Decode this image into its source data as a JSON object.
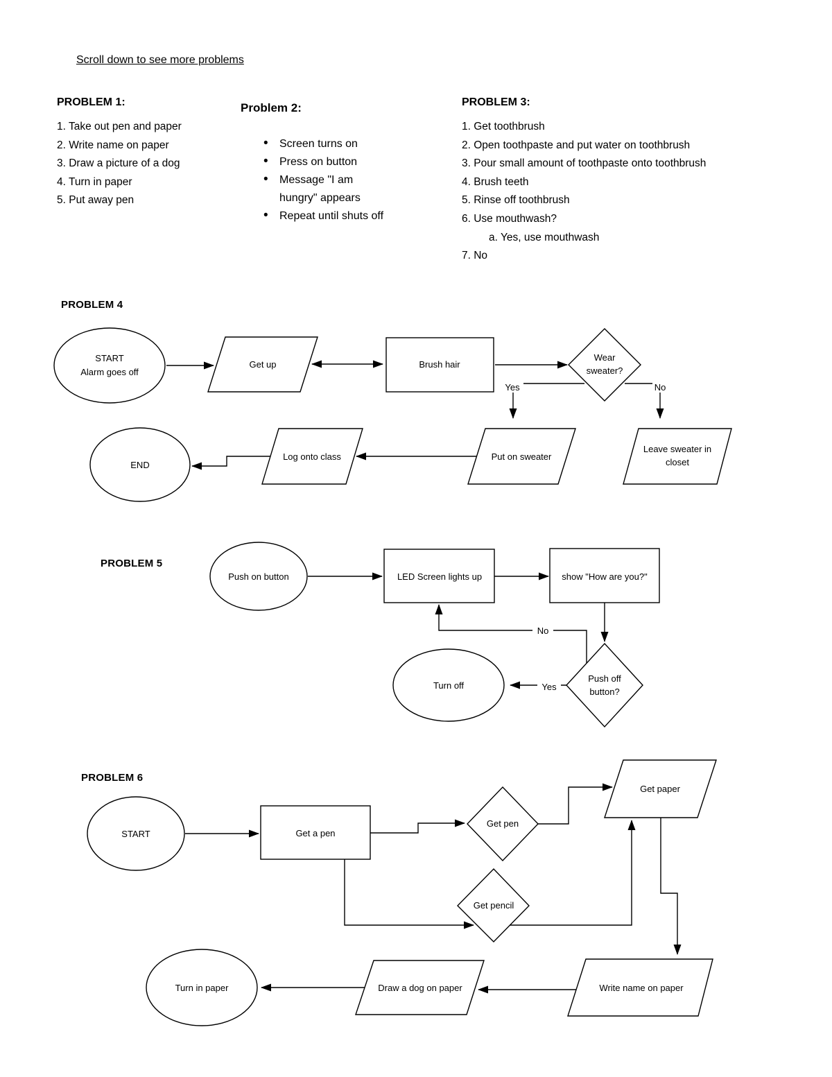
{
  "page": {
    "scroll_note": "Scroll down to see more problems"
  },
  "colors": {
    "ink": "#000000",
    "background": "#ffffff"
  },
  "problem1": {
    "title": "PROBLEM 1:",
    "items": [
      "1. Take out pen and paper",
      "2. Write name on paper",
      "3. Draw a picture of a dog",
      "4. Turn in paper",
      "5. Put away pen"
    ]
  },
  "problem2": {
    "title": "Problem 2:",
    "bullets": [
      "Screen turns on",
      "Press on button",
      "Message \"I am",
      "hungry\" appears",
      "Repeat until shuts off"
    ]
  },
  "problem3": {
    "title": "PROBLEM 3:",
    "items": [
      "1. Get toothbrush",
      "2. Open toothpaste and put water on toothbrush",
      "3. Pour small amount of toothpaste onto toothbrush",
      "4. Brush teeth",
      "5. Rinse off toothbrush",
      "6. Use mouthwash?",
      "a. Yes, use mouthwash",
      "7. No"
    ]
  },
  "problem4": {
    "title": "PROBLEM 4",
    "nodes": {
      "start1": "START",
      "start2": "Alarm goes off",
      "get_up": "Get up",
      "brush_hair": "Brush hair",
      "decision1": "Wear",
      "decision2": "sweater?",
      "put_on_sweater": "Put on sweater",
      "leave1": "Leave sweater in",
      "leave2": "closet",
      "log_onto_class": "Log onto class",
      "end": "END"
    },
    "labels": {
      "yes": "Yes",
      "no": "No"
    }
  },
  "problem5": {
    "title": "PROBLEM 5",
    "nodes": {
      "push_on_button": "Push on button",
      "led": "LED Screen lights up",
      "show": "show \"How are you?\"",
      "decision1": "Push off",
      "decision2": "button?",
      "turn_off": "Turn off"
    },
    "labels": {
      "yes": "Yes",
      "no": "No"
    }
  },
  "problem6": {
    "title": "PROBLEM 6",
    "nodes": {
      "start": "START",
      "get_a_pen": "Get a pen",
      "get_pen": "Get pen",
      "get_paper": "Get paper",
      "get_pencil": "Get pencil",
      "write_name": "Write name on paper",
      "draw_dog": "Draw a dog on paper",
      "turn_in_paper": "Turn in paper"
    }
  }
}
